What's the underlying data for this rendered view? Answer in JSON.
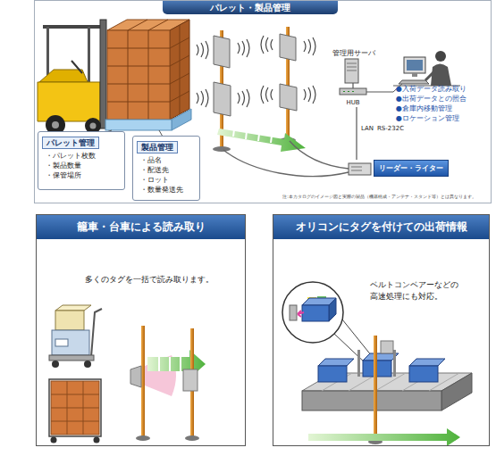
{
  "diagram": {
    "nodes": [
      {
        "text": [
          "パレット・製品管理"
        ]
      },
      {
        "text": [
          "パレット管理",
          "・パレット枚数 ・製品数量 ・保管場所"
        ],
        "in": 0
      },
      {
        "text": [
          "製品管理",
          "・品名 ・配送先 ・ロット ・数量発送先"
        ],
        "in": 0
      },
      {
        "text": [
          "管理用サーバ"
        ],
        "in": 0
      },
      {
        "text": [
          "HUB"
        ],
        "in": 0
      },
      {
        "text": [
          "リーダー・ライター"
        ],
        "in": 0
      },
      {
        "text": [
          "籠車・台車による読み取り",
          "多くのタグを一括で読み取ります。"
        ]
      },
      {
        "text": [
          "オリコンにタグを付けての出荷情報",
          "ベルトコンベアーなどの 高速処理にも対応。"
        ]
      }
    ],
    "edges": [
      {
        "from": 3,
        "to": 4,
        "arrow": "none"
      },
      {
        "from": 4,
        "to": 5,
        "arrow": "none"
      }
    ],
    "labels": [
      "●入荷データ読み取り",
      "●出荷データとの照合",
      "●倉庫内移動管理",
      "●ロケーション管理",
      "LAN",
      "RS-232C",
      "注:本カタログのイメージ図と実際の製品（機器構成・アンテナ・スタンド等）とは異なります。"
    ]
  }
}
